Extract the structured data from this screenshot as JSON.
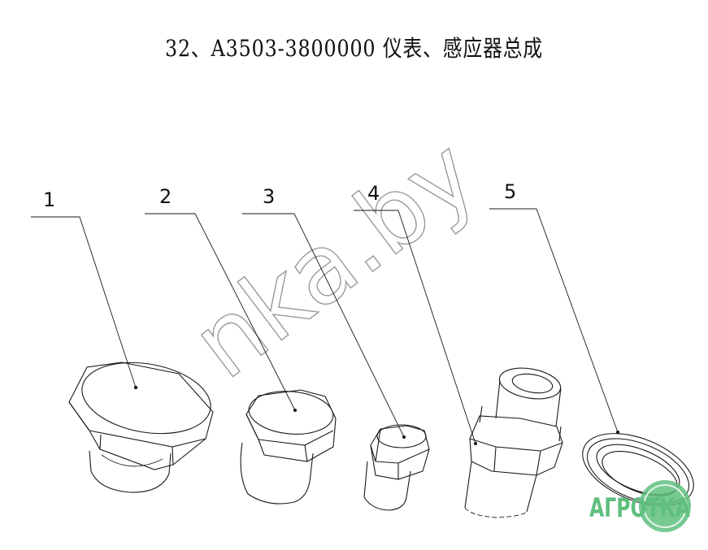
{
  "title": "32、A3503-3800000 仪表、感应器总成",
  "callouts": [
    {
      "number": "1"
    },
    {
      "number": "2"
    },
    {
      "number": "3"
    },
    {
      "number": "4"
    },
    {
      "number": "5"
    }
  ],
  "watermark": {
    "text": "nka.by"
  },
  "logo": {
    "text": "АГРОТКА",
    "color": "#5fbf7f"
  }
}
